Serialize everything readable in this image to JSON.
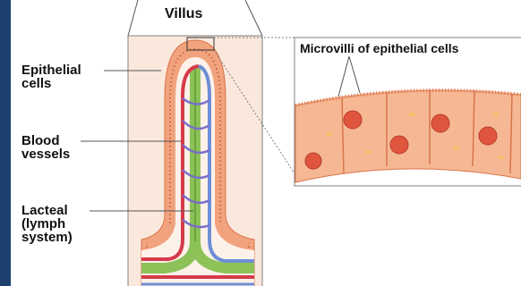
{
  "title": "Villus",
  "labels": {
    "epithelial_cells": "Epithelial\ncells",
    "blood_vessels": "Blood\nvessels",
    "lacteal": "Lacteal\n(lymph\nsystem)",
    "microvilli": "Microvilli of epithelial cells"
  },
  "colors": {
    "frame_bg": "#1c3f6e",
    "epithelium": "#f1a37e",
    "epithelium_dark": "#d9744c",
    "capillary_red": "#d53b49",
    "capillary_blue": "#6f8ed6",
    "lacteal_green": "#8cc258",
    "nucleus": "#e0553e"
  }
}
